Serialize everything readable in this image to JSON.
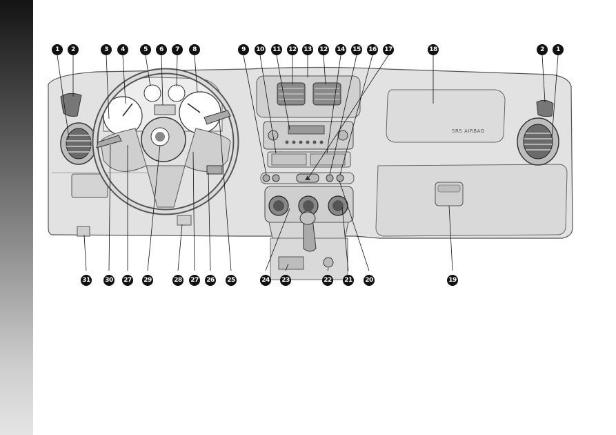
{
  "page": {
    "side_tab_color": "#2a2a2a"
  },
  "figure": {
    "airbag_label": "SRS AIRBAG",
    "callouts_top": [
      {
        "id": "c1l",
        "label": "1"
      },
      {
        "id": "c2l",
        "label": "2"
      },
      {
        "id": "c3",
        "label": "3"
      },
      {
        "id": "c4",
        "label": "4"
      },
      {
        "id": "c5",
        "label": "5"
      },
      {
        "id": "c6",
        "label": "6"
      },
      {
        "id": "c7",
        "label": "7"
      },
      {
        "id": "c8",
        "label": "8"
      },
      {
        "id": "c9",
        "label": "9"
      },
      {
        "id": "c10",
        "label": "10"
      },
      {
        "id": "c11",
        "label": "11"
      },
      {
        "id": "c12a",
        "label": "12"
      },
      {
        "id": "c13",
        "label": "13"
      },
      {
        "id": "c12b",
        "label": "12"
      },
      {
        "id": "c14",
        "label": "14"
      },
      {
        "id": "c15",
        "label": "15"
      },
      {
        "id": "c16",
        "label": "16"
      },
      {
        "id": "c17",
        "label": "17"
      },
      {
        "id": "c18",
        "label": "18"
      },
      {
        "id": "c2r",
        "label": "2"
      },
      {
        "id": "c1r",
        "label": "1"
      }
    ],
    "callouts_bottom": [
      {
        "id": "c31",
        "label": "31"
      },
      {
        "id": "c30",
        "label": "30"
      },
      {
        "id": "c27a",
        "label": "27"
      },
      {
        "id": "c29",
        "label": "29"
      },
      {
        "id": "c28",
        "label": "28"
      },
      {
        "id": "c27b",
        "label": "27"
      },
      {
        "id": "c26",
        "label": "26"
      },
      {
        "id": "c25",
        "label": "25"
      },
      {
        "id": "c24",
        "label": "24"
      },
      {
        "id": "c23",
        "label": "23"
      },
      {
        "id": "c22",
        "label": "22"
      },
      {
        "id": "c21",
        "label": "21"
      },
      {
        "id": "c20",
        "label": "20"
      },
      {
        "id": "c19",
        "label": "19"
      }
    ]
  }
}
